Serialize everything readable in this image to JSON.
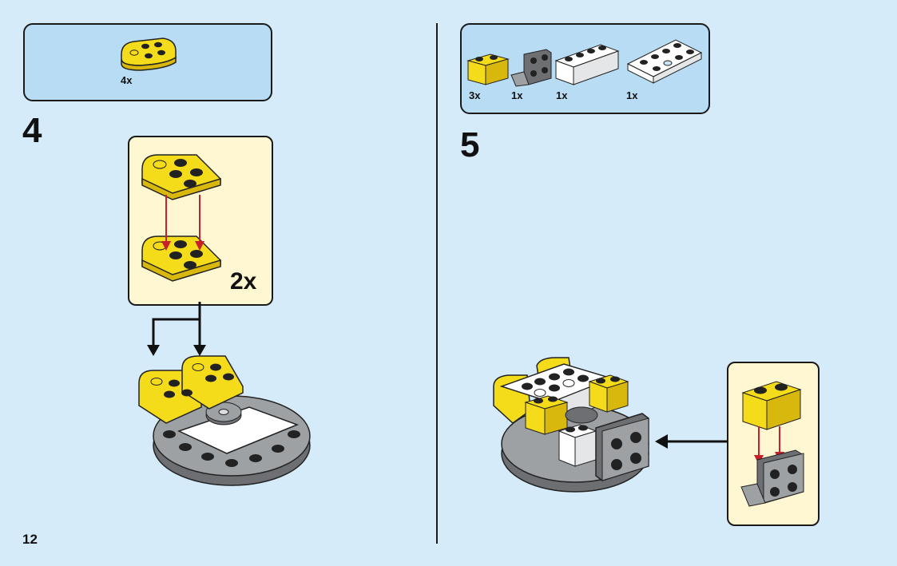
{
  "page": {
    "number": "12"
  },
  "colors": {
    "background": "#d5ebf9",
    "parts_box": "#b8dcf3",
    "callout": "#fff6d2",
    "yellow": "#f5dc1a",
    "arrow_red": "#c8202a"
  },
  "step4": {
    "number": "4",
    "parts": [
      {
        "name": "yellow-rounded-plate",
        "qty": "4x"
      }
    ],
    "callout_multiplier": "2x"
  },
  "step5": {
    "number": "5",
    "parts": [
      {
        "name": "yellow-brick-1x2",
        "qty": "3x"
      },
      {
        "name": "grey-bracket-plate",
        "qty": "1x"
      },
      {
        "name": "white-brick-1x4",
        "qty": "1x"
      },
      {
        "name": "white-plate-2x4",
        "qty": "1x"
      }
    ]
  }
}
